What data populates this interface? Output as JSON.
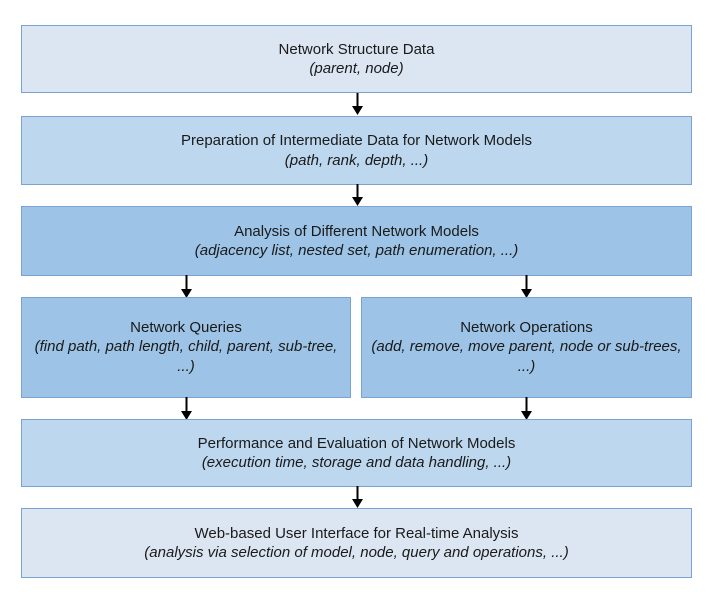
{
  "diagram": {
    "type": "flowchart",
    "orientation": "top-to-bottom",
    "background_color": "#ffffff",
    "border_color": "#7ba2d4",
    "arrow_color": "#000000",
    "nodes": [
      {
        "id": "source",
        "title": "Network Structure Data",
        "sub": "(parent, node)",
        "fill": "#dce6f2"
      },
      {
        "id": "preparation",
        "title": "Preparation of Intermediate Data for Network Models",
        "sub": "(path, rank, depth, ...)",
        "fill": "#bdd7ee"
      },
      {
        "id": "analysis",
        "title": "Analysis of Different Network Models",
        "sub": "(adjacency list, nested set, path enumeration, ...)",
        "fill": "#9dc3e6"
      },
      {
        "id": "queries",
        "title": "Network Queries",
        "sub": "(find path, path length, child, parent, sub-tree, ...)",
        "fill": "#9dc3e6"
      },
      {
        "id": "operations",
        "title": "Network Operations",
        "sub": "(add, remove, move parent, node or sub-trees, ...)",
        "fill": "#9dc3e6"
      },
      {
        "id": "performance",
        "title": "Performance and Evaluation of Network Models",
        "sub": "(execution time, storage and data handling, ...)",
        "fill": "#bdd7ee"
      },
      {
        "id": "webui",
        "title": "Web-based User Interface for Real-time Analysis",
        "sub": "(analysis via selection of model, node, query and operations, ...)",
        "fill": "#dce6f2"
      }
    ],
    "edges": [
      {
        "id": "source-to-preparation",
        "from": "source",
        "to": "preparation"
      },
      {
        "id": "preparation-to-analysis",
        "from": "preparation",
        "to": "analysis"
      },
      {
        "id": "analysis-to-queries",
        "from": "analysis",
        "to": "queries"
      },
      {
        "id": "analysis-to-operations",
        "from": "analysis",
        "to": "operations"
      },
      {
        "id": "queries-to-performance",
        "from": "queries",
        "to": "performance"
      },
      {
        "id": "operations-to-performance",
        "from": "operations",
        "to": "performance"
      },
      {
        "id": "performance-to-webui",
        "from": "performance",
        "to": "webui"
      }
    ]
  }
}
